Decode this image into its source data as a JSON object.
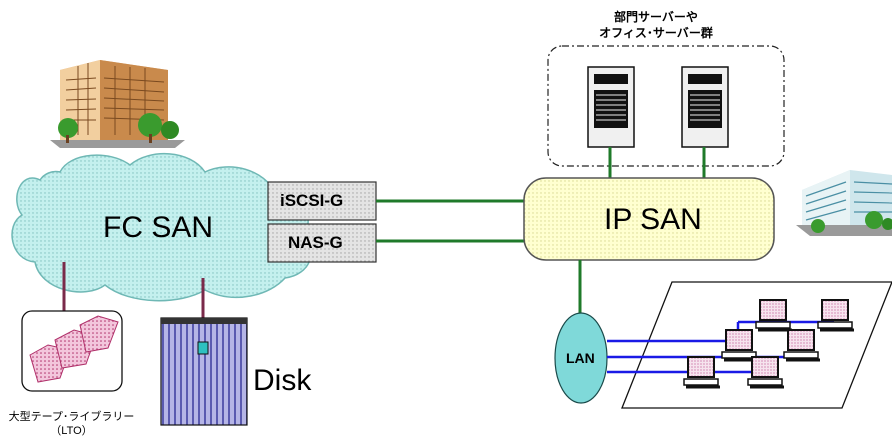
{
  "fc_san": {
    "label": "FC SAN"
  },
  "ip_san": {
    "label": "IP SAN"
  },
  "gateways": {
    "iscsi": "iSCSI-G",
    "nas": "NAS-G"
  },
  "server_group": {
    "line1": "部門サーバーや",
    "line2": "オフィス･サーバー群"
  },
  "lan": {
    "label": "LAN"
  },
  "disk": {
    "label": "Disk"
  },
  "tape_library": {
    "line1": "大型テープ･ライブラリー",
    "line2": "（LTO）"
  },
  "colors": {
    "fc_cloud": "#b8ecea",
    "ip_san_fill": "#ffffcc",
    "gateway_fill": "#dcdcdc",
    "link_green": "#1f7a2a",
    "link_fc": "#7a2a4a",
    "lan_blue": "#1a1ae6",
    "lan_fill": "#7fd9d9",
    "disk_fill": "#9b9bd6",
    "tape_pink": "#e0a0c0"
  }
}
